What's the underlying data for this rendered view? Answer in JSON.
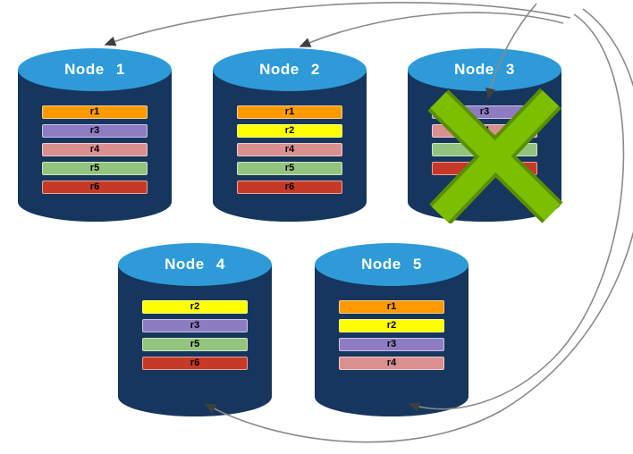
{
  "colors": {
    "background": "#FFFFFF",
    "cylinder_body": "#16365D",
    "cylinder_top": "#2E9BD8",
    "node_title_text": "#FFFFFF",
    "bar_text": "#000000",
    "arrow": "#8A8A8A",
    "arrowhead": "#3F3F3F",
    "failure_x": "#7CBE00",
    "failure_x_edge": "#598E00",
    "ranges": {
      "r1": "#FF9900",
      "r2": "#FFFF00",
      "r3": "#8E7CC3",
      "r4": "#D9908F",
      "r5": "#93C47D",
      "r6": "#C63927"
    }
  },
  "nodes": [
    {
      "id": "node-1",
      "title": "Node 1",
      "status": "healthy",
      "bars": [
        "r1",
        "r3",
        "r4",
        "r5",
        "r6"
      ]
    },
    {
      "id": "node-2",
      "title": "Node 2",
      "status": "healthy",
      "bars": [
        "r1",
        "r2",
        "r4",
        "r5",
        "r6"
      ]
    },
    {
      "id": "node-3",
      "title": "Node 3",
      "status": "failed",
      "bars": [
        "r3",
        "r4",
        "r5",
        "r6"
      ]
    },
    {
      "id": "node-4",
      "title": "Node 4",
      "status": "healthy",
      "bars": [
        "r2",
        "r3",
        "r5",
        "r6"
      ]
    },
    {
      "id": "node-5",
      "title": "Node 5",
      "status": "healthy",
      "bars": [
        "r1",
        "r2",
        "r3",
        "r4"
      ]
    }
  ],
  "arrows": [
    {
      "to": "node-1"
    },
    {
      "to": "node-2"
    },
    {
      "to": "node-3"
    },
    {
      "to": "node-4"
    },
    {
      "to": "node-5"
    }
  ]
}
